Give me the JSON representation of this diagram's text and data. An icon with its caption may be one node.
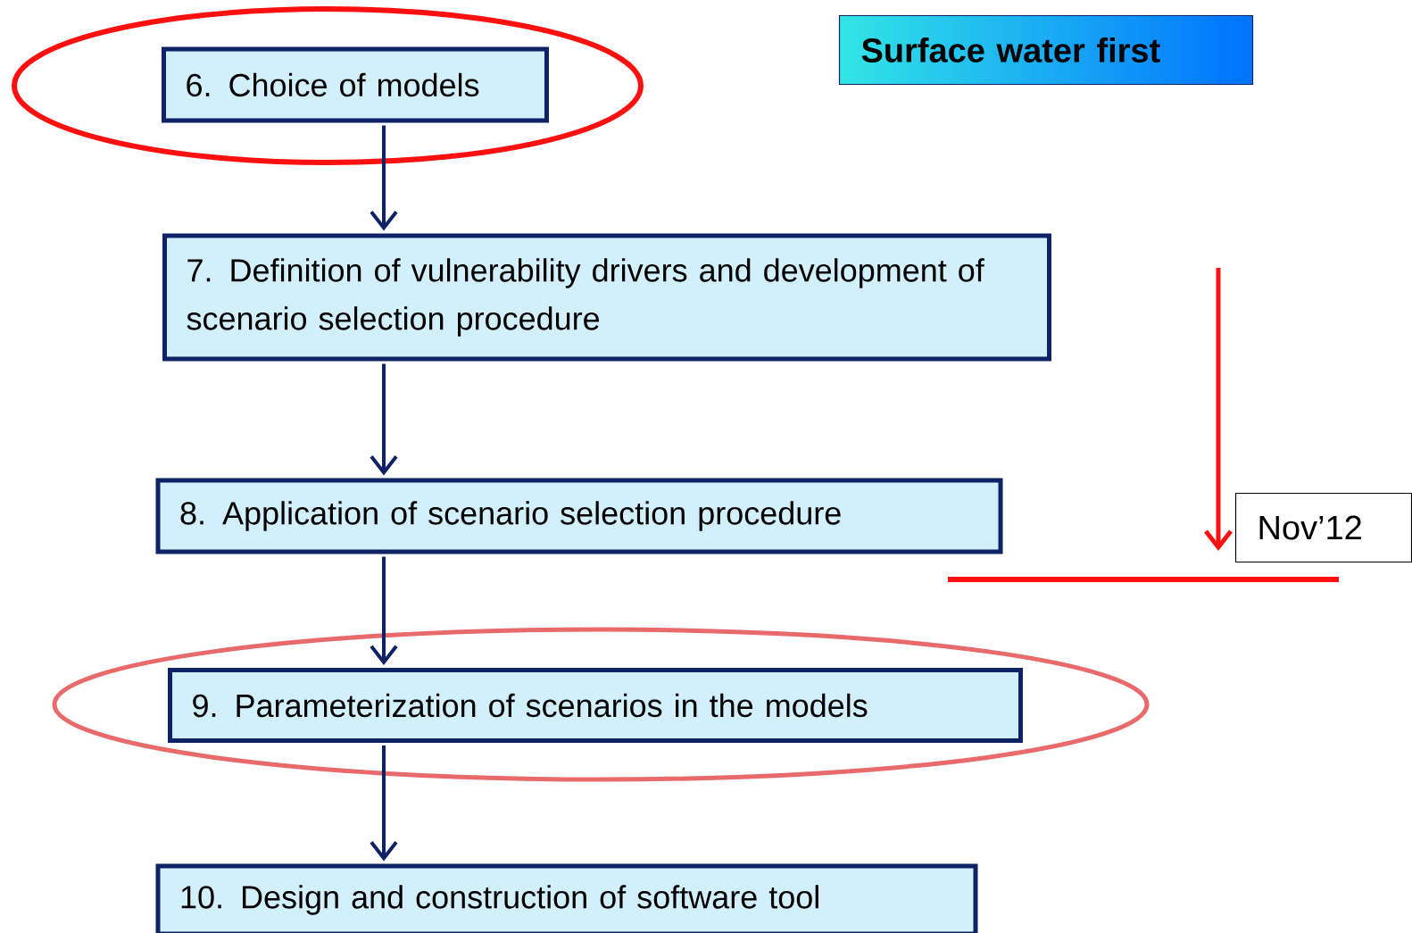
{
  "diagram": {
    "nodes": [
      {
        "text": [
          "6. Choice of models"
        ]
      },
      {
        "text": [
          "7. Definition of vulnerability drivers and development of scenario selection procedure"
        ]
      },
      {
        "text": [
          "8. Application of scenario selection procedure"
        ]
      },
      {
        "text": [
          "9. Parameterization of scenarios in the models"
        ]
      },
      {
        "text": [
          "10. Design and construction of software tool"
        ]
      },
      {
        "text": [
          "Surface water first"
        ]
      },
      {
        "text": [
          "Nov’12"
        ]
      }
    ],
    "edges": [
      {
        "from": 0,
        "to": 1,
        "arrow": "to"
      },
      {
        "from": 1,
        "to": 2,
        "arrow": "to"
      },
      {
        "from": 2,
        "to": 3,
        "arrow": "to"
      },
      {
        "from": 3,
        "to": 4,
        "arrow": "to"
      }
    ]
  }
}
